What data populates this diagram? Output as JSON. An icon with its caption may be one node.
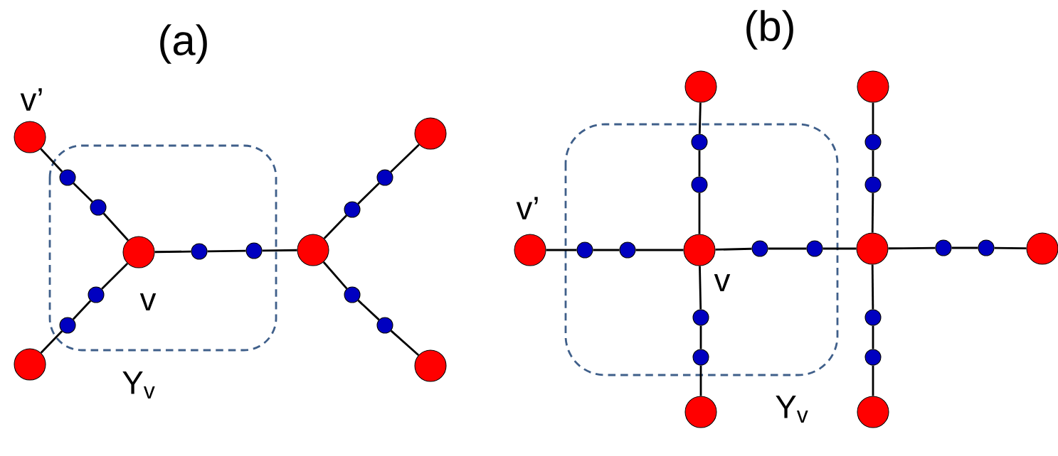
{
  "diagram": {
    "nodes": [
      {
        "text": [],
        "shape": "circle",
        "beside": [
          "v’"
        ]
      },
      {
        "text": [],
        "shape": "circle"
      },
      {
        "text": [],
        "shape": "circle"
      },
      {
        "text": [],
        "shape": "circle",
        "beside": [
          "v"
        ]
      },
      {
        "text": [],
        "shape": "circle"
      },
      {
        "text": [],
        "shape": "circle"
      },
      {
        "text": [],
        "shape": "circle"
      },
      {
        "text": [],
        "shape": "circle"
      },
      {
        "text": [],
        "shape": "circle"
      },
      {
        "text": [],
        "shape": "circle"
      },
      {
        "text": [],
        "shape": "circle"
      },
      {
        "text": [],
        "shape": "circle"
      },
      {
        "text": [],
        "shape": "circle"
      },
      {
        "text": [],
        "shape": "circle"
      },
      {
        "text": [],
        "shape": "circle"
      },
      {
        "text": [],
        "shape": "circle"
      },
      {
        "text": [],
        "shape": "circle"
      },
      {
        "text": [],
        "shape": "circle"
      },
      {
        "text": [],
        "shape": "circle"
      },
      {
        "text": [],
        "shape": "circle"
      },
      {
        "text": [],
        "shape": "circle"
      },
      {
        "text": [],
        "shape": "circle"
      },
      {
        "text": [],
        "shape": "circle",
        "beside": [
          "v’"
        ]
      },
      {
        "text": [],
        "shape": "circle"
      },
      {
        "text": [],
        "shape": "circle"
      },
      {
        "text": [],
        "shape": "circle",
        "beside": [
          "v"
        ]
      },
      {
        "text": [],
        "shape": "circle"
      },
      {
        "text": [],
        "shape": "circle"
      },
      {
        "text": [],
        "shape": "circle"
      },
      {
        "text": [],
        "shape": "circle"
      },
      {
        "text": [],
        "shape": "circle"
      },
      {
        "text": [],
        "shape": "circle"
      },
      {
        "text": [],
        "shape": "circle"
      },
      {
        "text": [],
        "shape": "circle"
      },
      {
        "text": [],
        "shape": "circle"
      },
      {
        "text": [],
        "shape": "circle"
      },
      {
        "text": [],
        "shape": "circle"
      },
      {
        "text": [],
        "shape": "circle"
      }
    ],
    "edges": [
      {
        "from": 0,
        "to": 1,
        "arrow": "none"
      },
      {
        "from": 1,
        "to": 2,
        "arrow": "none"
      },
      {
        "from": 2,
        "to": 3,
        "arrow": "none"
      },
      {
        "from": 3,
        "to": 4,
        "arrow": "none"
      },
      {
        "from": 4,
        "to": 5,
        "arrow": "none"
      },
      {
        "from": 5,
        "to": 6,
        "arrow": "none"
      },
      {
        "from": 6,
        "to": 7,
        "arrow": "none"
      },
      {
        "from": 7,
        "to": 8,
        "arrow": "none"
      },
      {
        "from": 8,
        "to": 9,
        "arrow": "none"
      },
      {
        "from": 3,
        "to": 10,
        "arrow": "none"
      },
      {
        "from": 10,
        "to": 11,
        "arrow": "none"
      },
      {
        "from": 11,
        "to": 12,
        "arrow": "none"
      },
      {
        "from": 6,
        "to": 13,
        "arrow": "none"
      },
      {
        "from": 13,
        "to": 14,
        "arrow": "none"
      },
      {
        "from": 14,
        "to": 15,
        "arrow": "none"
      },
      {
        "from": 16,
        "to": 18,
        "arrow": "none"
      },
      {
        "from": 18,
        "to": 20,
        "arrow": "none"
      },
      {
        "from": 20,
        "to": 25,
        "arrow": "none"
      },
      {
        "from": 17,
        "to": 19,
        "arrow": "none"
      },
      {
        "from": 19,
        "to": 21,
        "arrow": "none"
      },
      {
        "from": 21,
        "to": 28,
        "arrow": "none"
      },
      {
        "from": 22,
        "to": 23,
        "arrow": "none"
      },
      {
        "from": 23,
        "to": 24,
        "arrow": "none"
      },
      {
        "from": 24,
        "to": 25,
        "arrow": "none"
      },
      {
        "from": 25,
        "to": 26,
        "arrow": "none"
      },
      {
        "from": 26,
        "to": 27,
        "arrow": "none"
      },
      {
        "from": 27,
        "to": 28,
        "arrow": "none"
      },
      {
        "from": 28,
        "to": 29,
        "arrow": "none"
      },
      {
        "from": 29,
        "to": 30,
        "arrow": "none"
      },
      {
        "from": 30,
        "to": 31,
        "arrow": "none"
      },
      {
        "from": 25,
        "to": 32,
        "arrow": "none"
      },
      {
        "from": 32,
        "to": 34,
        "arrow": "none"
      },
      {
        "from": 34,
        "to": 36,
        "arrow": "none"
      },
      {
        "from": 28,
        "to": 33,
        "arrow": "none"
      },
      {
        "from": 33,
        "to": 35,
        "arrow": "none"
      },
      {
        "from": 35,
        "to": 37,
        "arrow": "none"
      }
    ],
    "labels": [
      "(a)",
      "Y$_{v}$",
      "(b)",
      "Y$_{v}$"
    ]
  }
}
